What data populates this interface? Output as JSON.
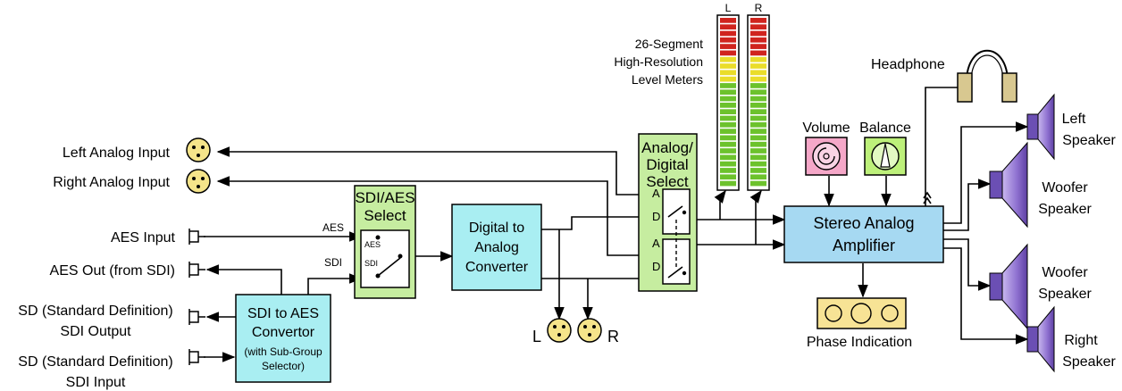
{
  "inputs": {
    "left_analog": "Left Analog Input",
    "right_analog": "Right Analog Input",
    "aes_input": "AES Input",
    "aes_out": "AES Out  (from SDI)",
    "sd_output_1": "SD (Standard Definition)",
    "sd_output_2": "SDI Output",
    "sd_input_1": "SD (Standard Definition)",
    "sd_input_2": "SDI Input"
  },
  "sdi_aes_select": {
    "title_1": "SDI/AES",
    "title_2": "Select",
    "sw_aes": "AES",
    "sw_sdi": "SDI"
  },
  "wire_labels": {
    "aes": "AES",
    "sdi": "SDI"
  },
  "sdi_to_aes": {
    "line1": "SDI to AES",
    "line2": "Convertor",
    "line3": "(with Sub-Group",
    "line4": "Selector)"
  },
  "dac": {
    "line1": "Digital to",
    "line2": "Analog",
    "line3": "Converter"
  },
  "dac_outputs": {
    "left": "L",
    "right": "R"
  },
  "analog_digital_select": {
    "title_1": "Analog/",
    "title_2": "Digital",
    "title_3": "Select",
    "a_top": "A",
    "d_top": "D",
    "a_bottom": "A",
    "d_bottom": "D"
  },
  "meters": {
    "caption_1": "26-Segment",
    "caption_2": "High-Resolution",
    "caption_3": "Level Meters",
    "left_label": "L",
    "right_label": "R",
    "segments": 26
  },
  "controls": {
    "volume": "Volume",
    "balance": "Balance"
  },
  "amplifier": {
    "line1": "Stereo Analog",
    "line2": "Amplifier"
  },
  "headphone": "Headphone",
  "phase": "Phase Indication",
  "speakers": {
    "left_1": "Left",
    "left_2": "Speaker",
    "woofer1_1": "Woofer",
    "woofer1_2": "Speaker",
    "woofer2_1": "Woofer",
    "woofer2_2": "Speaker",
    "right_1": "Right",
    "right_2": "Speaker"
  },
  "colors": {
    "cyan_box": "#a9eef2",
    "green_box": "#c6eda0",
    "amp_box": "#a6d9f2",
    "xlr": "#f5e48a",
    "volume_knob": "#f5a7c8",
    "balance_knob": "#bdf07a",
    "phase_box": "#f7e395",
    "speaker": "#a48bd8",
    "headphone": "#d8c890",
    "meter_red": "#d0241e",
    "meter_yellow": "#eadd2a",
    "meter_green": "#6cc22c"
  }
}
